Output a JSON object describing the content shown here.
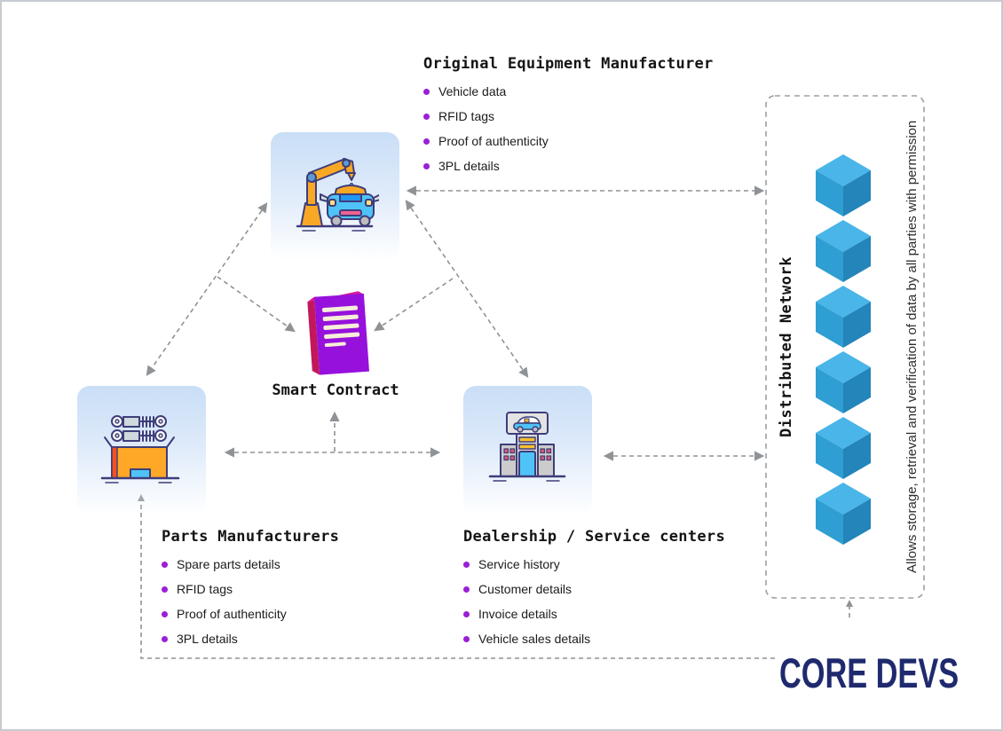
{
  "nodes": {
    "oem": {
      "title": "Original Equipment Manufacturer",
      "bullets": [
        "Vehicle data",
        "RFID tags",
        "Proof of authenticity",
        "3PL details"
      ]
    },
    "smart_contract": {
      "title": "Smart Contract"
    },
    "parts": {
      "title": "Parts Manufacturers",
      "bullets": [
        "Spare parts details",
        "RFID tags",
        "Proof of authenticity",
        "3PL details"
      ]
    },
    "dealership": {
      "title": "Dealership / Service centers",
      "bullets": [
        "Service history",
        "Customer details",
        "Invoice details",
        "Vehicle sales details"
      ]
    },
    "distributed_network": {
      "title": "Distributed Network",
      "note": "Allows storage, retrieval and verification of data by all parties with permission",
      "cube_count": 6
    }
  },
  "branding": {
    "logo_text": "CORE DEVS"
  },
  "colors": {
    "bullet": "#9a1fd6",
    "cube_top": "#4ab5e8",
    "cube_left": "#2f9ed2",
    "cube_right": "#2385ba",
    "arrow": "#8f9396",
    "contract_purple": "#9612dc",
    "logo_navy": "#1f2a6e",
    "logo_orange": "#f57c1f"
  }
}
